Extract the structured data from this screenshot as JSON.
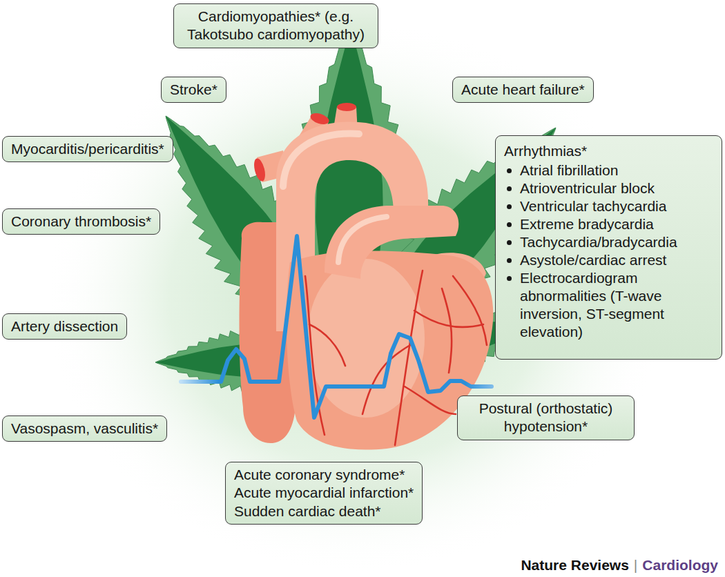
{
  "diagram": {
    "nodes": [
      {
        "text": [
          "Cardiomyopathies* (e.g. Takotsubo cardiomyopathy)"
        ]
      },
      {
        "text": [
          "Stroke*"
        ]
      },
      {
        "text": [
          "Acute heart failure*"
        ]
      },
      {
        "text": [
          "Myocarditis/pericarditis*"
        ]
      },
      {
        "text": [
          "Arrhythmias*",
          "Atrial fibrillation",
          "Atrioventricular block",
          "Ventricular tachycardia",
          "Extreme bradycardia",
          "Tachycardia/bradycardia",
          "Asystole/cardiac arrest",
          "Electrocardiogram abnormalities (T-wave inversion, ST-segment elevation)"
        ]
      },
      {
        "text": [
          "Coronary thrombosis*"
        ]
      },
      {
        "text": [
          "Artery dissection"
        ]
      },
      {
        "text": [
          "Postural (orthostatic) hypotension*"
        ]
      },
      {
        "text": [
          "Vasospasm, vasculitis*"
        ]
      },
      {
        "text": [
          "Acute coronary syndrome*",
          "Acute myocardial infarction*",
          "Sudden cardiac death*"
        ]
      }
    ],
    "labels": [
      "Nature Reviews",
      "|",
      "Cardiology"
    ]
  }
}
